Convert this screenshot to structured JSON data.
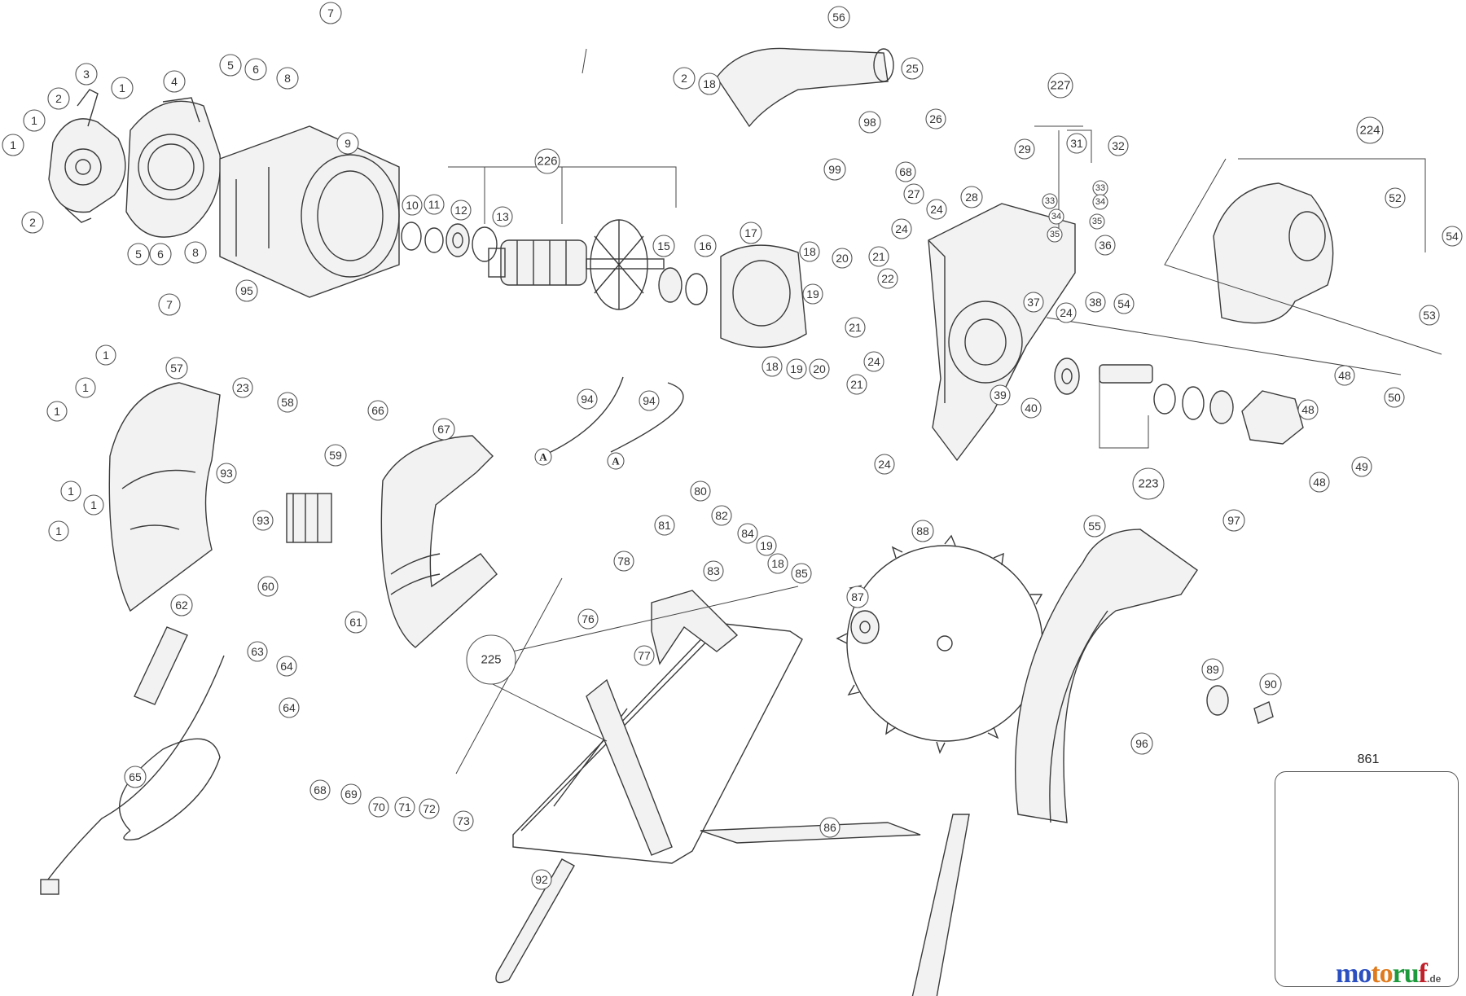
{
  "callouts_top_left": [
    "7",
    "5",
    "6",
    "8",
    "3",
    "1",
    "4",
    "2",
    "1",
    "1",
    "2",
    "9",
    "5",
    "6",
    "8",
    "7",
    "95"
  ],
  "callouts_top_mid": [
    "56",
    "2",
    "18",
    "226",
    "10",
    "11",
    "12",
    "13",
    "15",
    "16",
    "17",
    "18",
    "20",
    "21",
    "22",
    "19",
    "21",
    "18",
    "19",
    "20",
    "24",
    "21",
    "24"
  ],
  "callouts_top_right": [
    "25",
    "26",
    "68",
    "27",
    "24",
    "98",
    "99",
    "28",
    "227",
    "29",
    "31",
    "32",
    "33",
    "34",
    "33",
    "34",
    "35",
    "35",
    "36",
    "24",
    "37",
    "24",
    "38",
    "54",
    "39",
    "40",
    "223",
    "224",
    "52",
    "54",
    "53",
    "48",
    "48",
    "50",
    "49",
    "48"
  ],
  "callouts_bottom_left": [
    "57",
    "1",
    "1",
    "1",
    "1",
    "1",
    "1",
    "23",
    "58",
    "93",
    "93",
    "59",
    "60",
    "62",
    "61",
    "63",
    "64",
    "64",
    "65",
    "66",
    "67",
    "94",
    "94"
  ],
  "callouts_bottom_mid": [
    "80",
    "81",
    "82",
    "84",
    "19",
    "18",
    "83",
    "85",
    "78",
    "76",
    "77",
    "225",
    "68",
    "69",
    "70",
    "71",
    "72",
    "73",
    "92",
    "86"
  ],
  "callouts_bottom_right": [
    "88",
    "87",
    "55",
    "97",
    "89",
    "90",
    "96"
  ],
  "wire_ends": [
    "A",
    "A"
  ],
  "case": {
    "label": "861"
  },
  "watermark": {
    "part1": "mo",
    "part2": "to",
    "part3": "ru",
    "part4": "f",
    "domain": ".de"
  }
}
